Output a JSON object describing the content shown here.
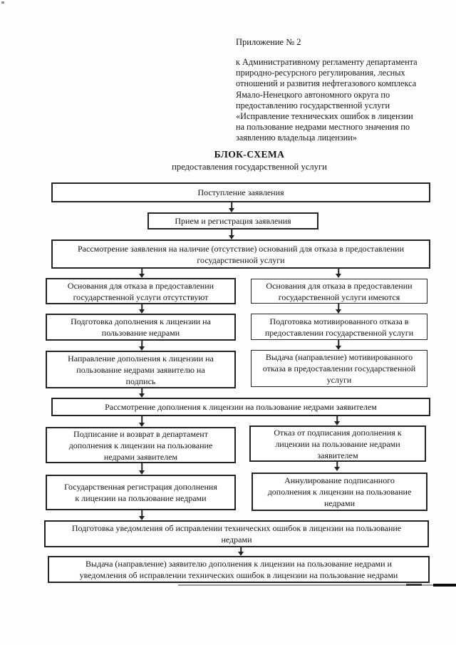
{
  "document": {
    "appendix_label": "Приложение № 2",
    "regulation_reference_lines": [
      "к Административному регламенту департамента",
      "природно-ресурсного регулирования, лесных",
      "отношений и развития нефтегазового комплекса",
      "Ямало-Ненецкого автономного округа по",
      "предоставлению государственной услуги",
      "«Исправление технических ошибок в лицензии",
      "на пользование недрами местного значения по",
      "заявлению владельца лицензии»"
    ],
    "title": "БЛОК-СХЕМА",
    "subtitle": "предоставления государственной услуги"
  },
  "flowchart": {
    "type": "flowchart",
    "nodes": {
      "receive_application": "Поступление заявления",
      "accept_register": "Прием и регистрация заявления",
      "review_application": [
        "Рассмотрение заявления на наличие (отсутствие) оснований для отказа в предоставлении",
        "государственной услуги"
      ],
      "no_refusal_grounds": [
        "Основания для отказа в предоставлении",
        "государственной услуги отсутствуют"
      ],
      "refusal_grounds_exist": [
        "Основания для отказа в предоставлении",
        "государственной услуги имеются"
      ],
      "prepare_addendum": [
        "Подготовка дополнения к лицензии на",
        "пользование недрами"
      ],
      "prepare_motivated_refusal": [
        "Подготовка мотивированного отказа в",
        "предоставлении государственной услуги"
      ],
      "send_addendum_for_signing": [
        "Направление дополнения к лицензии на",
        "пользование недрами заявителю на",
        "подпись"
      ],
      "issue_motivated_refusal": [
        "Выдача (направление) мотивированного",
        "отказа в предоставлении государственной",
        "услуги"
      ],
      "applicant_reviews_addendum": "Рассмотрение дополнения к лицензии на пользование недрами заявителем",
      "sign_and_return": [
        "Подписание и возврат в департамент",
        "дополнения к лицензии на пользование",
        "недрами заявителем"
      ],
      "refuse_to_sign": [
        "Отказ от подписания дополнения к",
        "лицензии на пользование недрами",
        "заявителем"
      ],
      "state_registration": [
        "Государственная регистрация дополнения",
        "к лицензии на пользование недрами"
      ],
      "annul_signed_addendum": [
        "Аннулирование подписанного",
        "дополнения к лицензии на пользование",
        "недрами"
      ],
      "prepare_notice": [
        "Подготовка уведомления об исправлении технических ошибок в лицензии на пользование",
        "недрами"
      ],
      "issue_addendum_and_notice": [
        "Выдача (направление) заявителю дополнения к лицензии на пользование недрами и",
        "уведомления об исправлении технических ошибок в лицензии на пользование недрами"
      ]
    }
  },
  "colors": {
    "ink": "#161616",
    "border": "#242424",
    "paper": "#ffffff"
  }
}
